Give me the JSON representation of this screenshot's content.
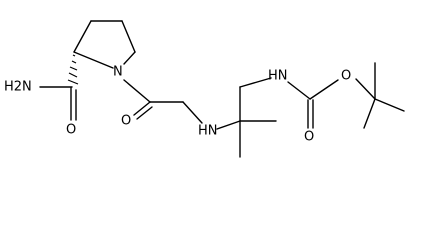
{
  "diagram": {
    "kind": "chemical-structure",
    "atom_labels": {
      "amide_nitrogen": "H2N",
      "carboxamide_oxygen": "O",
      "ring_nitrogen": "N",
      "ketone_oxygen": "O",
      "amine_nitrogen": "HN",
      "carbamate_nitrogen": "HN",
      "carbamate_carbonyl_oxygen": "O",
      "carbamate_ester_oxygen": "O"
    }
  }
}
